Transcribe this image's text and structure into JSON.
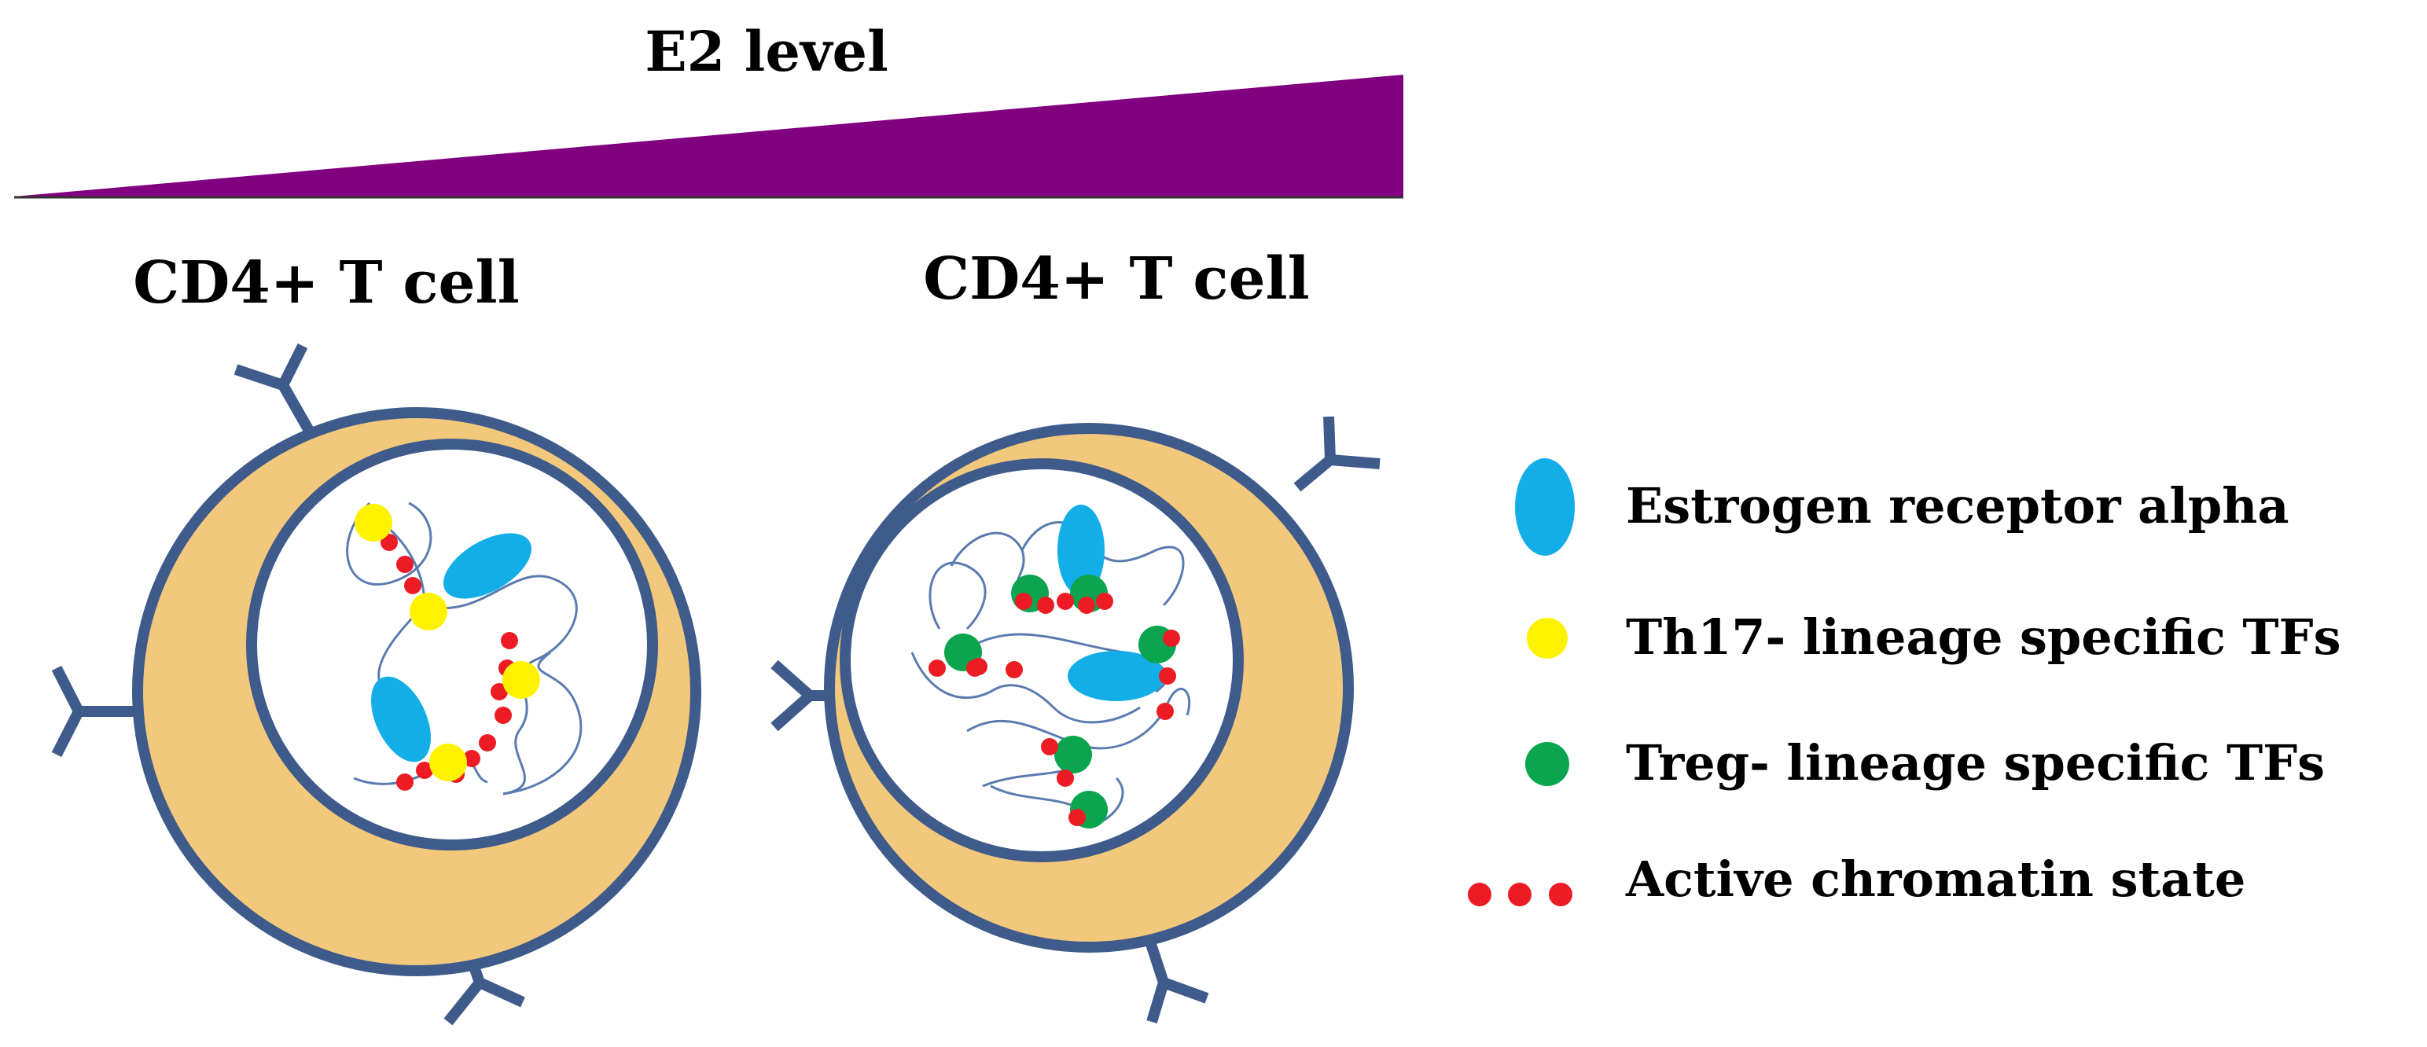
{
  "gradient": {
    "label": "E2 level",
    "color": "#800080"
  },
  "cells": [
    {
      "label": "CD4+ T cell"
    },
    {
      "label": "CD4+ T cell"
    }
  ],
  "legend": {
    "items": [
      {
        "label": "Estrogen receptor alpha",
        "symbol": "blue-ellipse",
        "color": "#13aee8"
      },
      {
        "label": "Th17- lineage specific TFs",
        "symbol": "yellow-dot",
        "color": "#fff200"
      },
      {
        "label": "Treg- lineage specific TFs",
        "symbol": "green-dot",
        "color": "#0aa54e"
      },
      {
        "label": "Active chromatin state",
        "symbol": "red-dots",
        "color": "#ed1c24"
      }
    ]
  },
  "colors": {
    "cytoplasm": "#f2c87c",
    "membrane": "#3f5b8b",
    "chromatin": "#5a7bb0",
    "nucleus": "#ffffff"
  }
}
